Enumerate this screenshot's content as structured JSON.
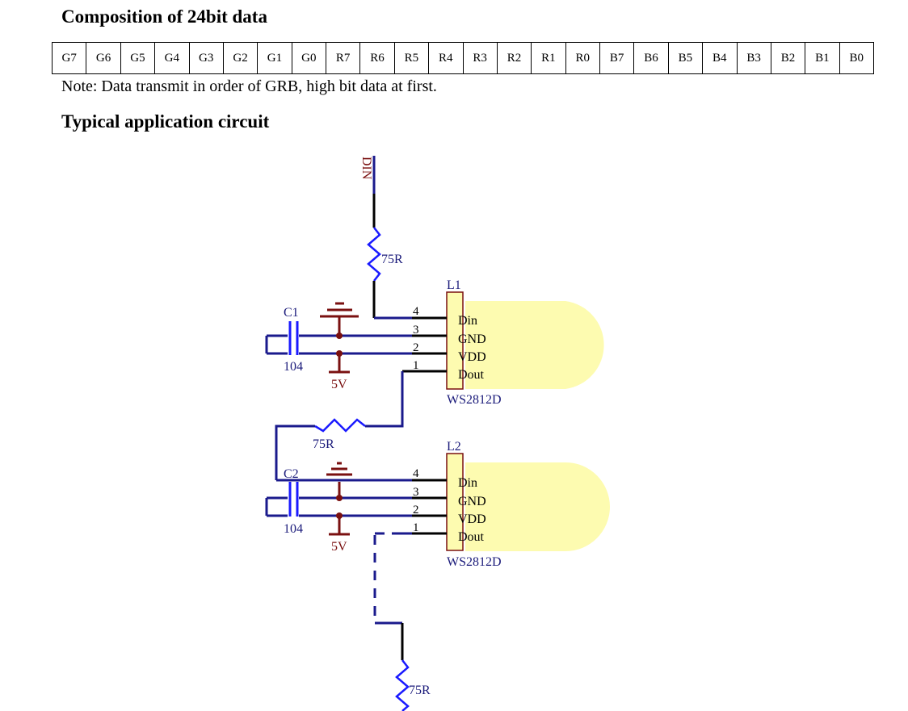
{
  "section1": {
    "title": "Composition of 24bit data",
    "bits": [
      "G7",
      "G6",
      "G5",
      "G4",
      "G3",
      "G2",
      "G1",
      "G0",
      "R7",
      "R6",
      "R5",
      "R4",
      "R3",
      "R2",
      "R1",
      "R0",
      "B7",
      "B6",
      "B5",
      "B4",
      "B3",
      "B2",
      "B1",
      "B0"
    ],
    "note": "Note: Data transmit in order of GRB, high bit data at first."
  },
  "section2": {
    "title": "Typical application circuit"
  },
  "circuit": {
    "input_label": "DIN",
    "resistor_value": "75R",
    "capacitors": [
      {
        "ref": "C1",
        "value": "104"
      },
      {
        "ref": "C2",
        "value": "104"
      }
    ],
    "supply_label": "5V",
    "leds": [
      {
        "ref": "L1",
        "part": "WS2812D"
      },
      {
        "ref": "L2",
        "part": "WS2812D"
      }
    ],
    "pins": [
      {
        "num": "4",
        "name": "Din"
      },
      {
        "num": "3",
        "name": "GND"
      },
      {
        "num": "2",
        "name": "VDD"
      },
      {
        "num": "1",
        "name": "Dout"
      }
    ],
    "colors": {
      "wire": "#1a1a8c",
      "pin": "#000000",
      "component": "#1a1aff",
      "power": "#7a1010",
      "led_body": "#fdfbb0",
      "label_blue": "#1a1a7a"
    }
  }
}
